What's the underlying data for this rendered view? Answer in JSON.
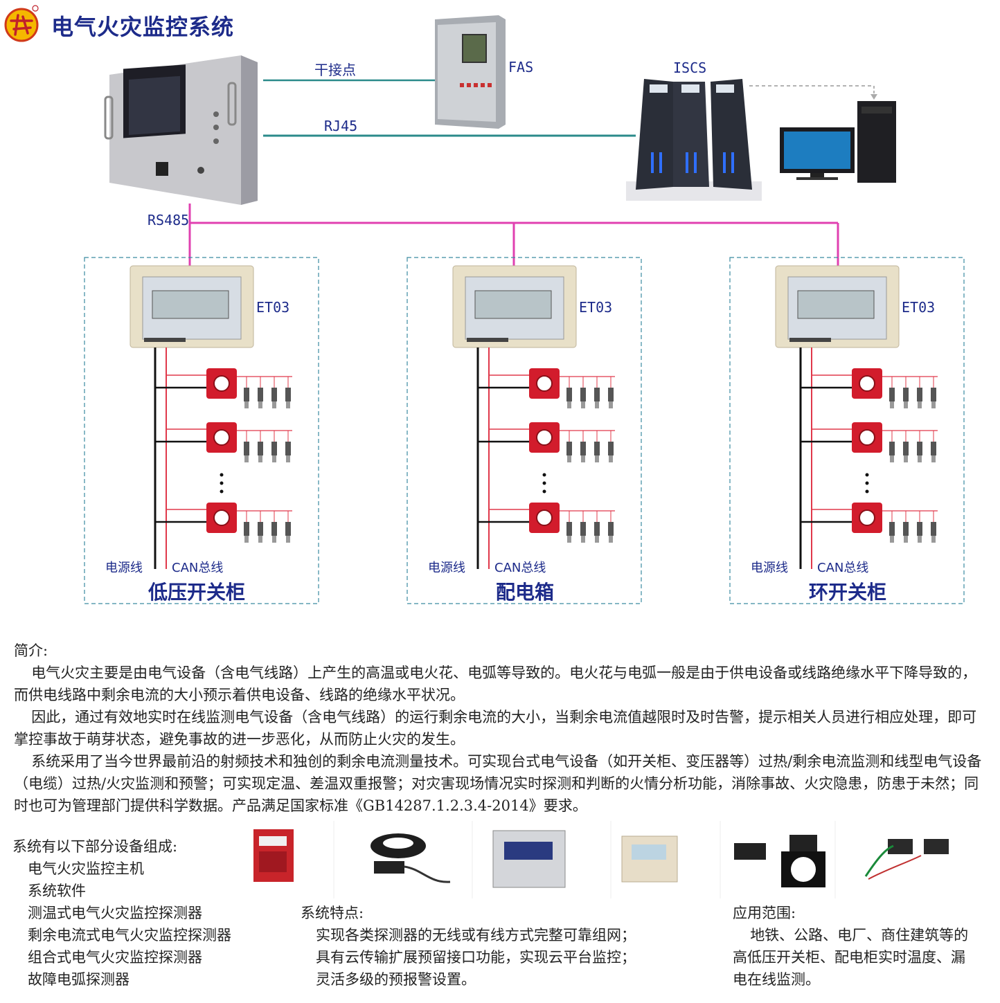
{
  "title": "电气火灾监控系统",
  "labels": {
    "dry_contact": "干接点",
    "rj45": "RJ45",
    "rs485": "RS485",
    "fas": "FAS",
    "iscs": "ISCS"
  },
  "cabinets": [
    {
      "name": "低压开关柜",
      "device": "ET03",
      "power_line": "电源线",
      "can_bus": "CAN总线"
    },
    {
      "name": "配电箱",
      "device": "ET03",
      "power_line": "电源线",
      "can_bus": "CAN总线"
    },
    {
      "name": "环开关柜",
      "device": "ET03",
      "power_line": "电源线",
      "can_bus": "CAN总线"
    }
  ],
  "intro": {
    "heading": "简介:",
    "paragraphs": [
      "电气火灾主要是由电气设备（含电气线路）上产生的高温或电火花、电弧等导致的。电火花与电弧一般是由于供电设备或线路绝缘水平下降导致的，而供电线路中剩余电流的大小预示着供电设备、线路的绝缘水平状况。",
      "因此，通过有效地实时在线监测电气设备（含电气线路）的运行剩余电流的大小，当剩余电流值越限时及时告警，提示相关人员进行相应处理，即可掌控事故于萌芽状态，避免事故的进一步恶化，从而防止火灾的发生。",
      "系统采用了当今世界最前沿的射频技术和独创的剩余电流测量技术。可实现台式电气设备（如开关柜、变压器等）过热/剩余电流监测和线型电气设备（电缆）过热/火灾监测和预警；可实现定温、差温双重报警；对灾害现场情况实时探测和判断的火情分析功能，消除事故、火灾隐患，防患于未然；同时也可为管理部门提供科学数据。产品满足国家标准《GB14287.1.2.3.4-2014》要求。"
    ]
  },
  "components": {
    "heading": "系统有以下部分设备组成:",
    "items": [
      "电气火灾监控主机",
      "系统软件",
      "测温式电气火灾监控探测器",
      "剩余电流式电气火灾监控探测器",
      "组合式电气火灾监控探测器",
      "故障电弧探测器"
    ]
  },
  "features": {
    "heading": "系统特点:",
    "items": [
      "实现各类探测器的无线或有线方式完整可靠组网；",
      "具有云传输扩展预留接口功能，实现云平台监控；",
      "灵活多级的预报警设置。"
    ]
  },
  "application": {
    "heading": "应用范围:",
    "text": "地铁、公路、电厂、商住建筑等的高低压开关柜、配电柜实时温度、漏电在线监测。"
  },
  "colors": {
    "title": "#1d2b8a",
    "rs485_line": "#e040b0",
    "rj45_line": "#2a8a8a",
    "sensor_red": "#d21c2c",
    "dashed_box": "#3a8aa0"
  }
}
